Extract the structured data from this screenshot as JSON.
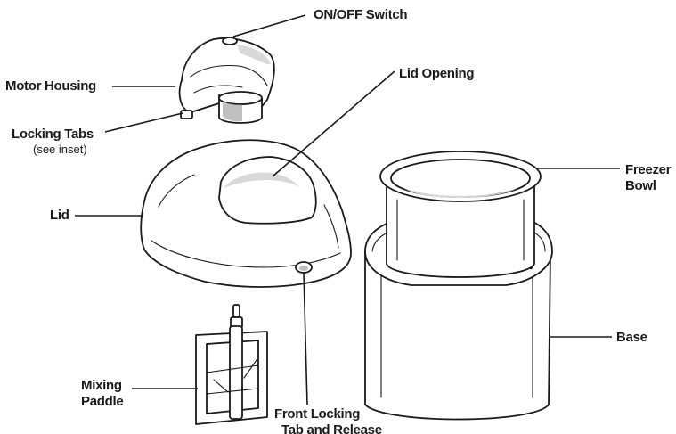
{
  "labels": {
    "on_off_switch": "ON/OFF Switch",
    "motor_housing": "Motor Housing",
    "locking_tabs": "Locking Tabs",
    "see_inset": "(see inset)",
    "lid_opening": "Lid Opening",
    "lid": "Lid",
    "freezer_bowl_line1": "Freezer",
    "freezer_bowl_line2": "Bowl",
    "base": "Base",
    "mixing_paddle_line1": "Mixing",
    "mixing_paddle_line2": "Paddle",
    "front_locking_line1": "Front Locking",
    "front_locking_line2": "Tab and Release"
  },
  "colors": {
    "ink": "#1a1a1a",
    "shade": "#d9d9d9",
    "background": "#ffffff"
  }
}
